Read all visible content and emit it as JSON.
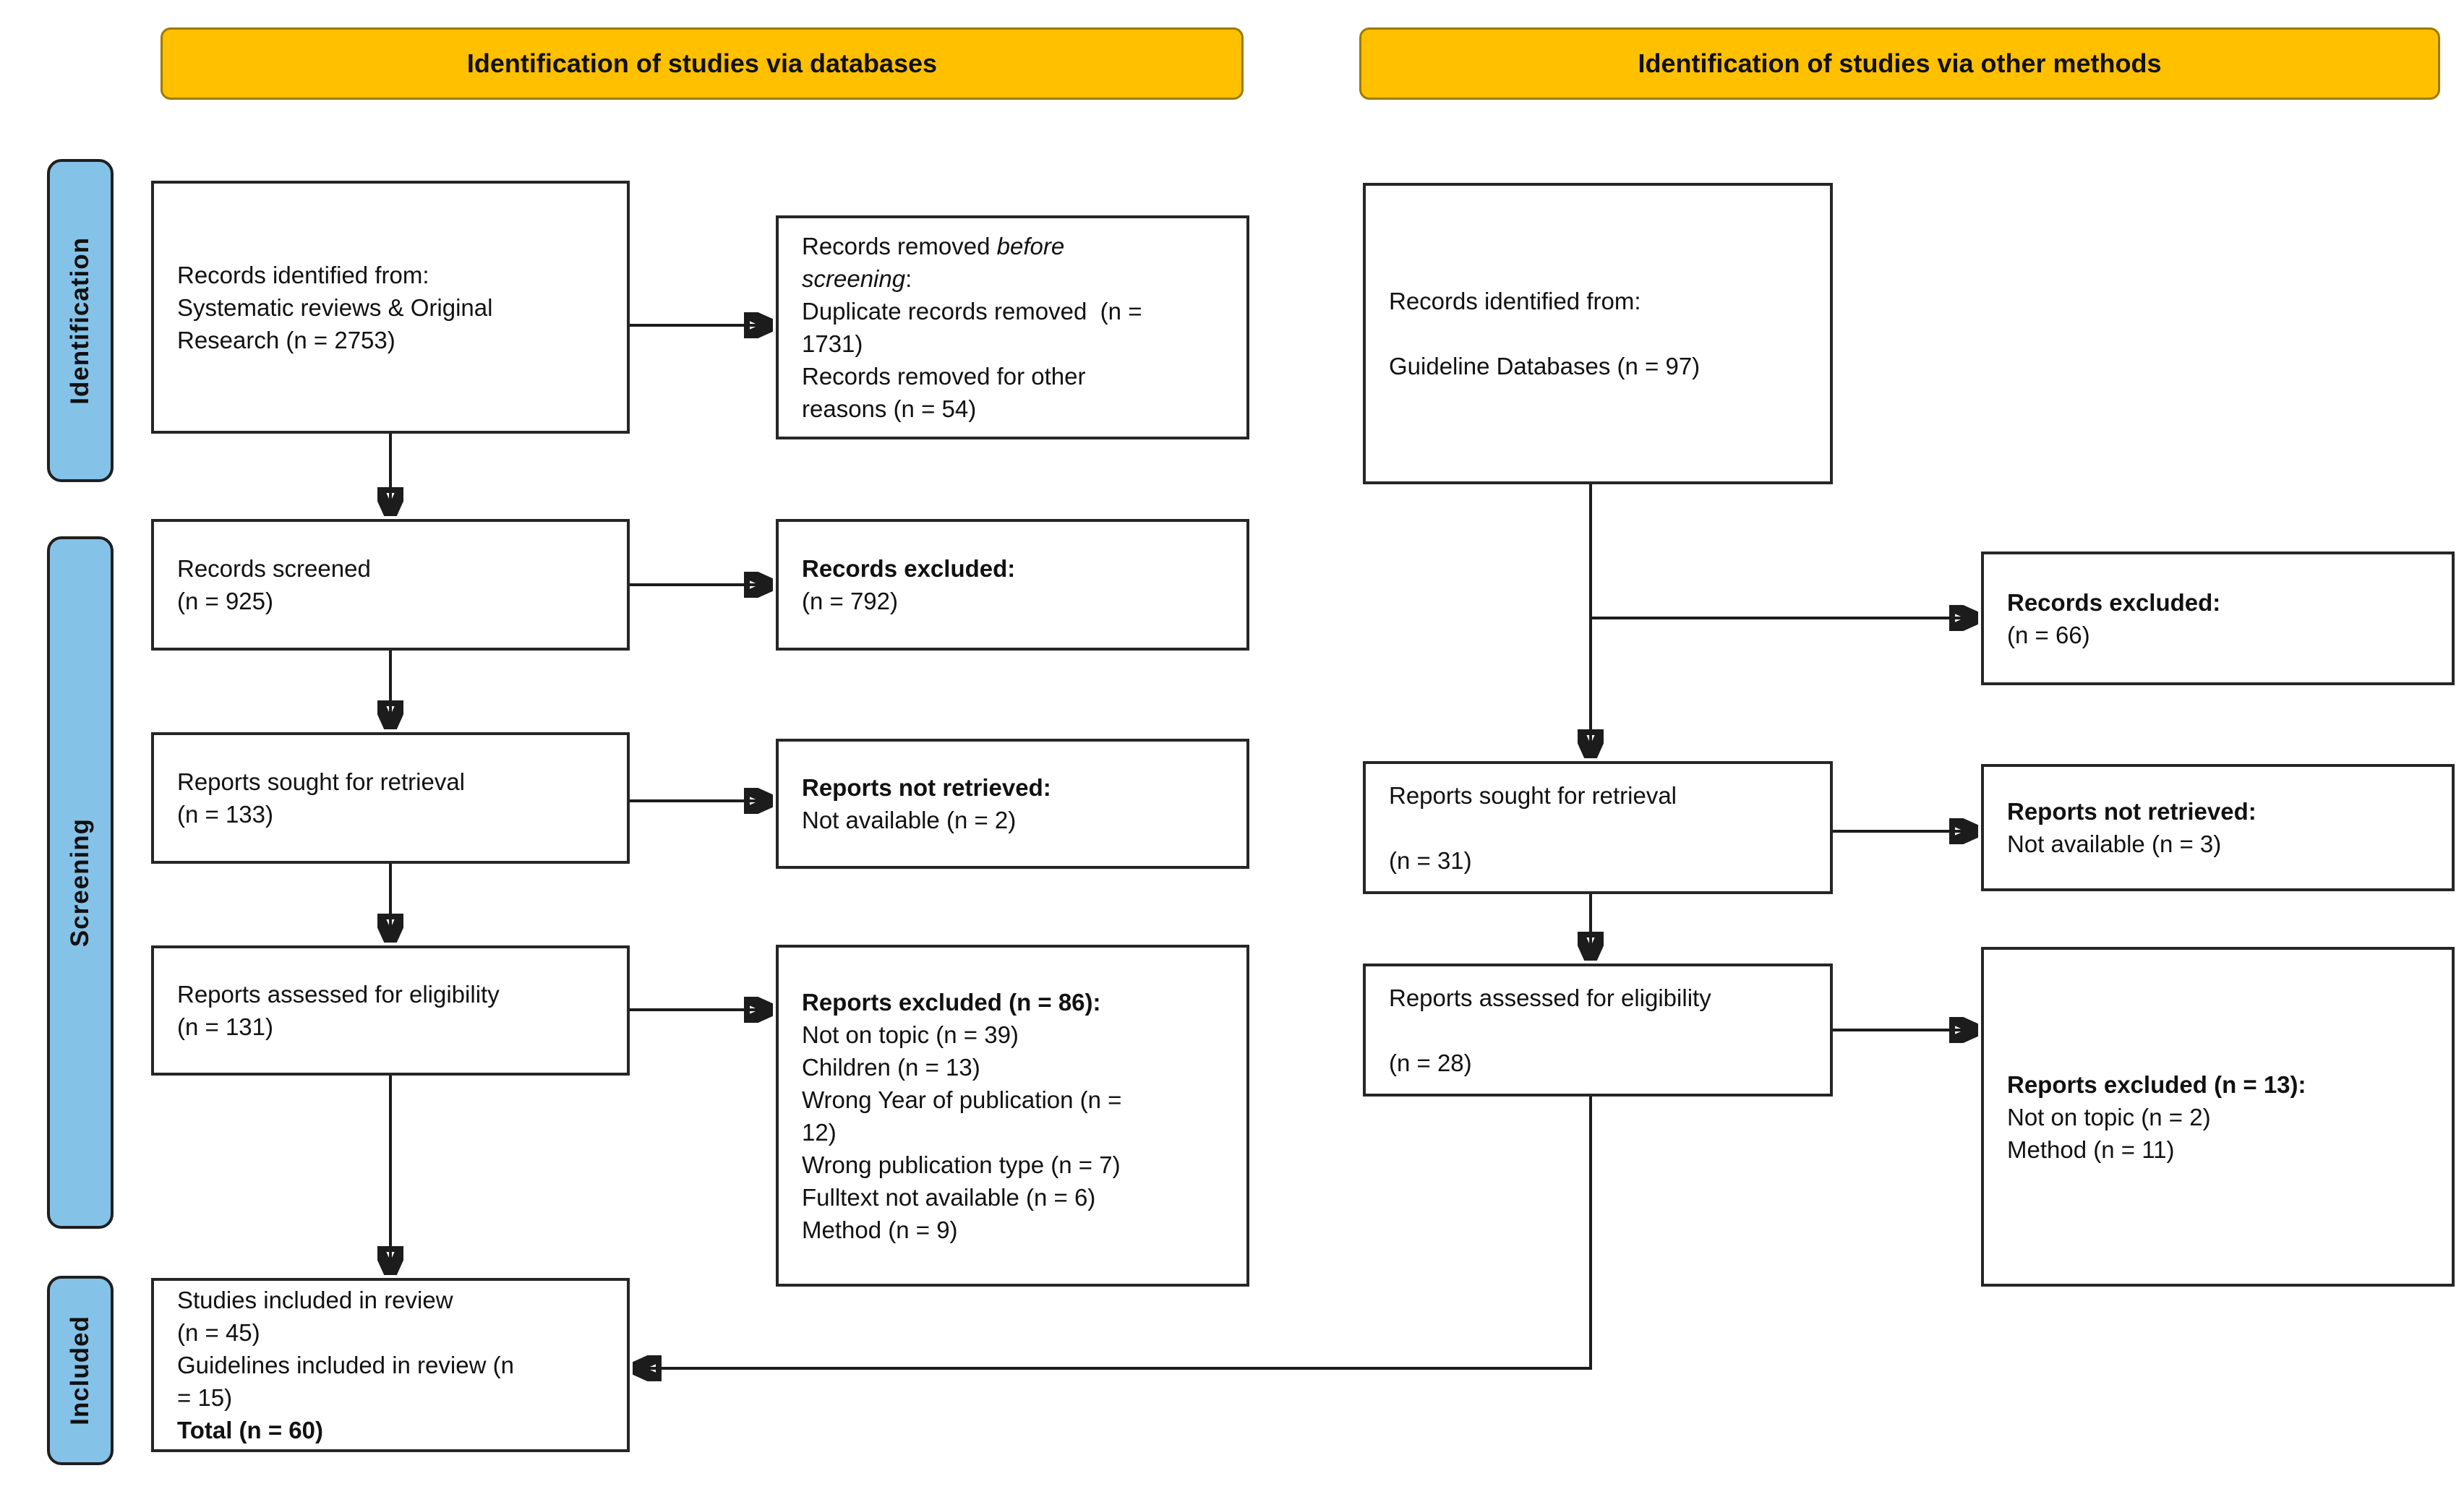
{
  "colors": {
    "header-bg": "#FFC000",
    "header-border": "#9c7a00",
    "sidebar-bg": "#85C2E8",
    "line": "#1c1c1c"
  },
  "headers": {
    "databases": "Identification of studies via databases",
    "other_methods": "Identification of studies via other methods"
  },
  "sidebar": {
    "identification": "Identification",
    "screening": "Screening",
    "included": "Included"
  },
  "boxes": {
    "identified_databases": {
      "lines": [
        [
          {
            "t": "Records identified from:"
          }
        ],
        [
          {
            "t": "Systematic reviews & Original"
          }
        ],
        [
          {
            "t": "Research (n = 2753)"
          }
        ]
      ]
    },
    "removed_before_screening": {
      "lines": [
        [
          {
            "t": "Records removed "
          },
          {
            "t": "before",
            "i": true
          }
        ],
        [
          {
            "t": "screening",
            "i": true
          },
          {
            "t": ":"
          }
        ],
        [
          {
            "t": "Duplicate records removed  (n ="
          }
        ],
        [
          {
            "t": "1731)"
          }
        ],
        [
          {
            "t": "Records removed for other"
          }
        ],
        [
          {
            "t": "reasons (n = 54)"
          }
        ]
      ]
    },
    "records_screened": {
      "lines": [
        [
          {
            "t": "Records screened"
          }
        ],
        [
          {
            "t": "(n = 925)"
          }
        ]
      ]
    },
    "records_excluded_databases": {
      "lines": [
        [
          {
            "t": "Records excluded:",
            "b": true
          }
        ],
        [
          {
            "t": "(n = 792)"
          }
        ]
      ]
    },
    "reports_sought_databases": {
      "lines": [
        [
          {
            "t": "Reports sought for retrieval"
          }
        ],
        [
          {
            "t": "(n = 133)"
          }
        ]
      ]
    },
    "reports_not_retrieved_databases": {
      "lines": [
        [
          {
            "t": "Reports not retrieved:",
            "b": true
          }
        ],
        [
          {
            "t": "Not available (n = 2)"
          }
        ]
      ]
    },
    "reports_assessed_databases": {
      "lines": [
        [
          {
            "t": "Reports assessed for eligibility"
          }
        ],
        [
          {
            "t": "(n = 131)"
          }
        ]
      ]
    },
    "reports_excluded_databases": {
      "lines": [
        [
          {
            "t": "Reports excluded (n = 86):",
            "b": true
          }
        ],
        [
          {
            "t": "Not on topic (n = 39)"
          }
        ],
        [
          {
            "t": "Children (n = 13)"
          }
        ],
        [
          {
            "t": "Wrong Year of publication (n ="
          }
        ],
        [
          {
            "t": "12)"
          }
        ],
        [
          {
            "t": "Wrong publication type (n = 7)"
          }
        ],
        [
          {
            "t": "Fulltext not available (n = 6)"
          }
        ],
        [
          {
            "t": "Method (n = 9)"
          }
        ]
      ]
    },
    "studies_included": {
      "lines": [
        [
          {
            "t": "Studies included in review"
          }
        ],
        [
          {
            "t": "(n = 45)"
          }
        ],
        [
          {
            "t": "Guidelines included in review (n"
          }
        ],
        [
          {
            "t": "= 15)"
          }
        ],
        [
          {
            "t": "Total (n = 60)",
            "b": true
          }
        ]
      ]
    },
    "identified_other": {
      "lines": [
        [
          {
            "t": "Records identified from:"
          }
        ],
        [],
        [
          {
            "t": "Guideline Databases (n = 97)"
          }
        ]
      ]
    },
    "records_excluded_other": {
      "lines": [
        [
          {
            "t": "Records excluded:",
            "b": true
          }
        ],
        [
          {
            "t": "(n = 66)"
          }
        ]
      ]
    },
    "reports_sought_other": {
      "lines": [
        [
          {
            "t": "Reports sought for retrieval"
          }
        ],
        [],
        [
          {
            "t": "(n = 31)"
          }
        ]
      ]
    },
    "reports_not_retrieved_other": {
      "lines": [
        [
          {
            "t": "Reports not retrieved:",
            "b": true
          }
        ],
        [
          {
            "t": "Not available (n = 3)"
          }
        ]
      ]
    },
    "reports_assessed_other": {
      "lines": [
        [
          {
            "t": "Reports assessed for eligibility"
          }
        ],
        [],
        [
          {
            "t": "(n = 28)"
          }
        ]
      ]
    },
    "reports_excluded_other": {
      "lines": [
        [
          {
            "t": "Reports excluded (n = 13):",
            "b": true
          }
        ],
        [
          {
            "t": "Not on topic (n = 2)"
          }
        ],
        [
          {
            "t": "Method (n = 11)"
          }
        ]
      ]
    }
  }
}
